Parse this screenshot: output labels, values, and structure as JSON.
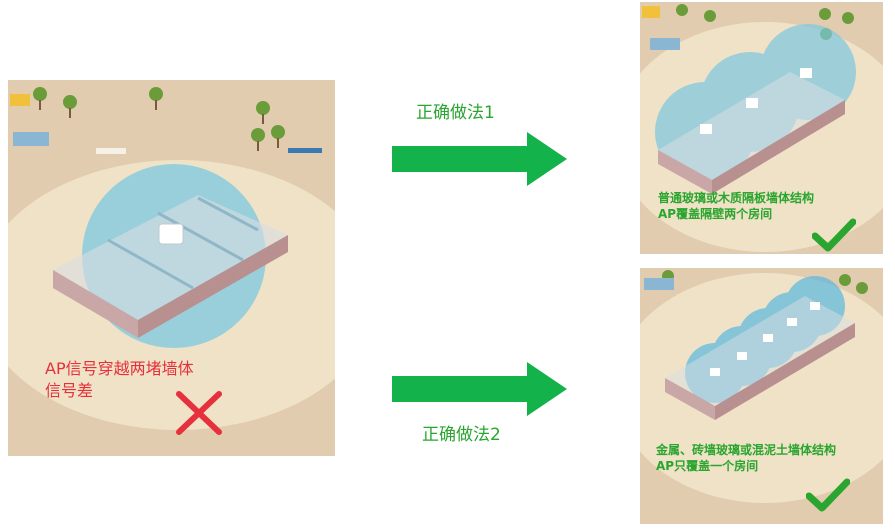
{
  "labels": {
    "method_1": "正确做法1",
    "method_2": "正确做法2"
  },
  "bad_case": {
    "line1": "AP信号穿越两堵墙体",
    "line2": "信号差"
  },
  "good_case_1": {
    "line1": "普通玻璃或木质隔板墙体结构",
    "line2": "AP覆盖隔壁两个房间"
  },
  "good_case_2": {
    "line1": "金属、砖墙玻璃或混泥土墙体结构",
    "line2": "AP只覆盖一个房间"
  },
  "colors": {
    "correct_green": "#2aa52f",
    "error_red": "#e6303c",
    "arrow_green": "#13b24a",
    "signal_blue": "#7cc8e0",
    "ground_tan": "#e2ccb0",
    "ground_light": "#efe2c6"
  },
  "icons": {
    "arrow": "arrow-right-icon",
    "cross": "cross-icon",
    "check": "checkmark-icon",
    "access_point": "wireless-ap-icon"
  }
}
